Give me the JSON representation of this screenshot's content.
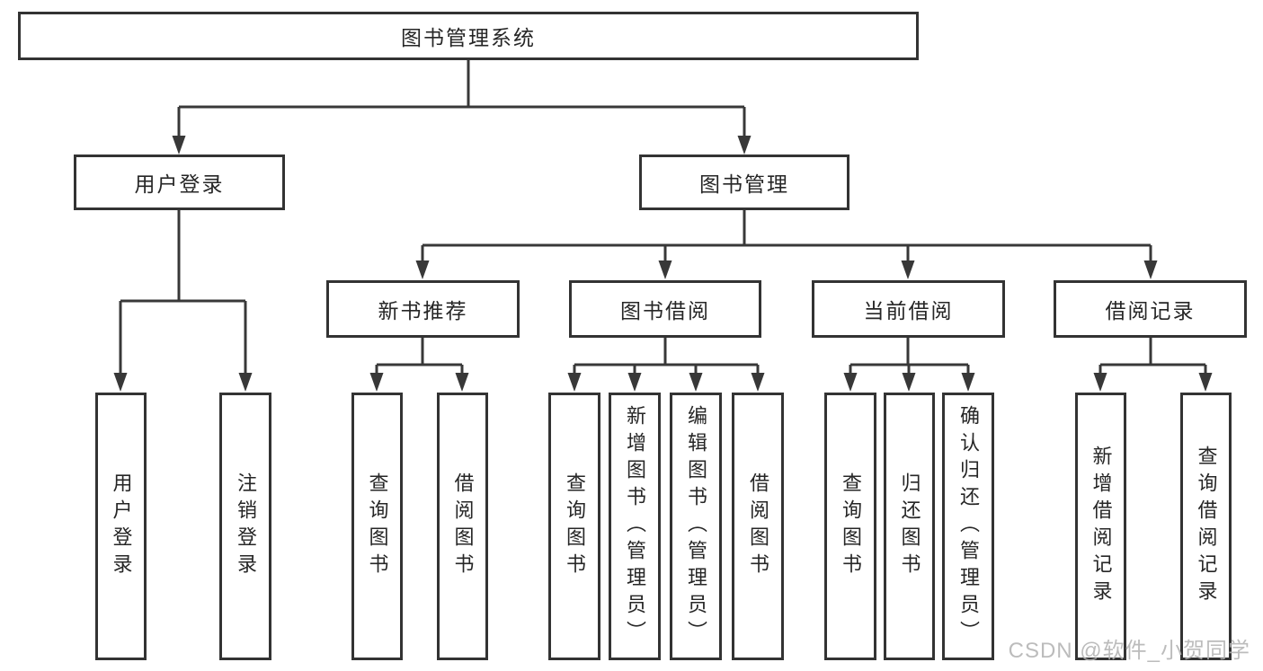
{
  "diagram": {
    "root": {
      "label": "图书管理系统"
    },
    "level2": [
      {
        "label": "用户登录"
      },
      {
        "label": "图书管理"
      }
    ],
    "level3": [
      {
        "label": "新书推荐"
      },
      {
        "label": "图书借阅"
      },
      {
        "label": "当前借阅"
      },
      {
        "label": "借阅记录"
      }
    ],
    "leaves": {
      "user_login": [
        "用户登录",
        "注销登录"
      ],
      "new_books": [
        "查询图书",
        "借阅图书"
      ],
      "book_borrow": [
        "查询图书",
        "新增图书（管理员）",
        "编辑图书（管理员）",
        "借阅图书"
      ],
      "current_borrow": [
        "查询图书",
        "归还图书",
        "确认归还（管理员）"
      ],
      "borrow_records": [
        "新增借阅记录",
        "查询借阅记录"
      ]
    }
  },
  "watermark": "CSDN @软件_小贺同学",
  "colors": {
    "line": "#383838",
    "box_border": "#333333",
    "text": "#262626",
    "watermark": "#b3b3b3",
    "background": "#ffffff"
  }
}
